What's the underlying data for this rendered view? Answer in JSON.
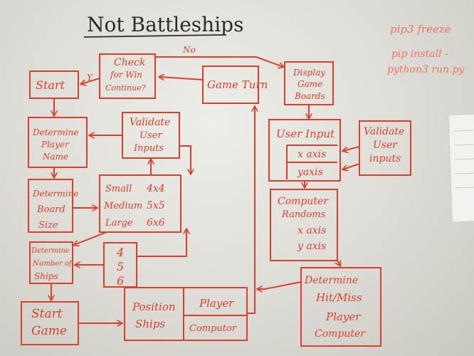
{
  "title": "Not Battleships",
  "side_notes": [
    "pip3 freeze",
    "pip install -",
    "python3 run.py"
  ],
  "nodes": {
    "check": [
      "Check",
      "for Win",
      "Continue?"
    ],
    "start": "Start",
    "game_turn": "Game Turn",
    "display": [
      "Display",
      "Game",
      "Boards"
    ],
    "det_player": [
      "Determine",
      "Player",
      "Name"
    ],
    "validate_left": [
      "Validate",
      "User",
      "Inputs"
    ],
    "user_input": "User Input",
    "x_axis": "x axis",
    "y_axis": "yaxis",
    "validate_right": [
      "Validate",
      "User",
      "inputs"
    ],
    "det_board": [
      "Determine",
      "Board",
      "Size"
    ],
    "sizes": [
      {
        "name": "Small",
        "dim": "4x4"
      },
      {
        "name": "Medium",
        "dim": "5x5"
      },
      {
        "name": "Large",
        "dim": "6x6"
      }
    ],
    "computer_randoms": [
      "Computer",
      "Randoms",
      "x axis",
      "y axis"
    ],
    "det_ships": [
      "Determine",
      "Number of",
      "Ships"
    ],
    "ship_counts": [
      "4",
      "5",
      "6"
    ],
    "det_hit": [
      "Determine",
      "Hit/Miss",
      "Player",
      "Computer"
    ],
    "start_game": [
      "Start",
      "Game"
    ],
    "position": [
      "Position",
      "Ships"
    ],
    "player": "Player",
    "computer": "Computor"
  },
  "edge_labels": {
    "no": "No",
    "yes": "Y"
  },
  "colors": {
    "marker": "#d8402c",
    "ink": "#2d2b2a"
  }
}
